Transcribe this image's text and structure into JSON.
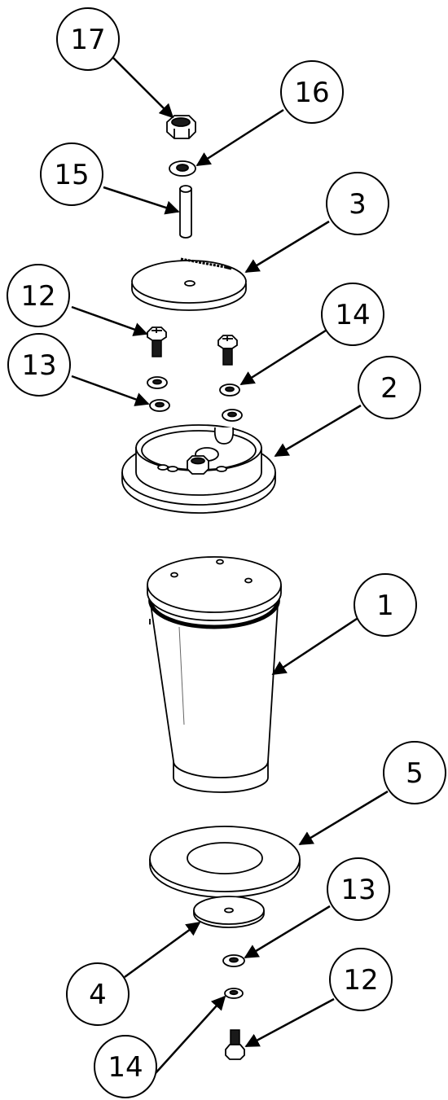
{
  "callouts": {
    "c17": "17",
    "c16": "16",
    "c15": "15",
    "c3": "3",
    "c12_top": "12",
    "c14_top": "14",
    "c13_top": "13",
    "c2": "2",
    "c1": "1",
    "c5": "5",
    "c13_bottom": "13",
    "c4": "4",
    "c12_bottom": "12",
    "c14_bottom": "14"
  },
  "colors": {
    "line": "#000000",
    "part_fill": "#ffffff",
    "dark_fill": "#1a1a1a"
  }
}
